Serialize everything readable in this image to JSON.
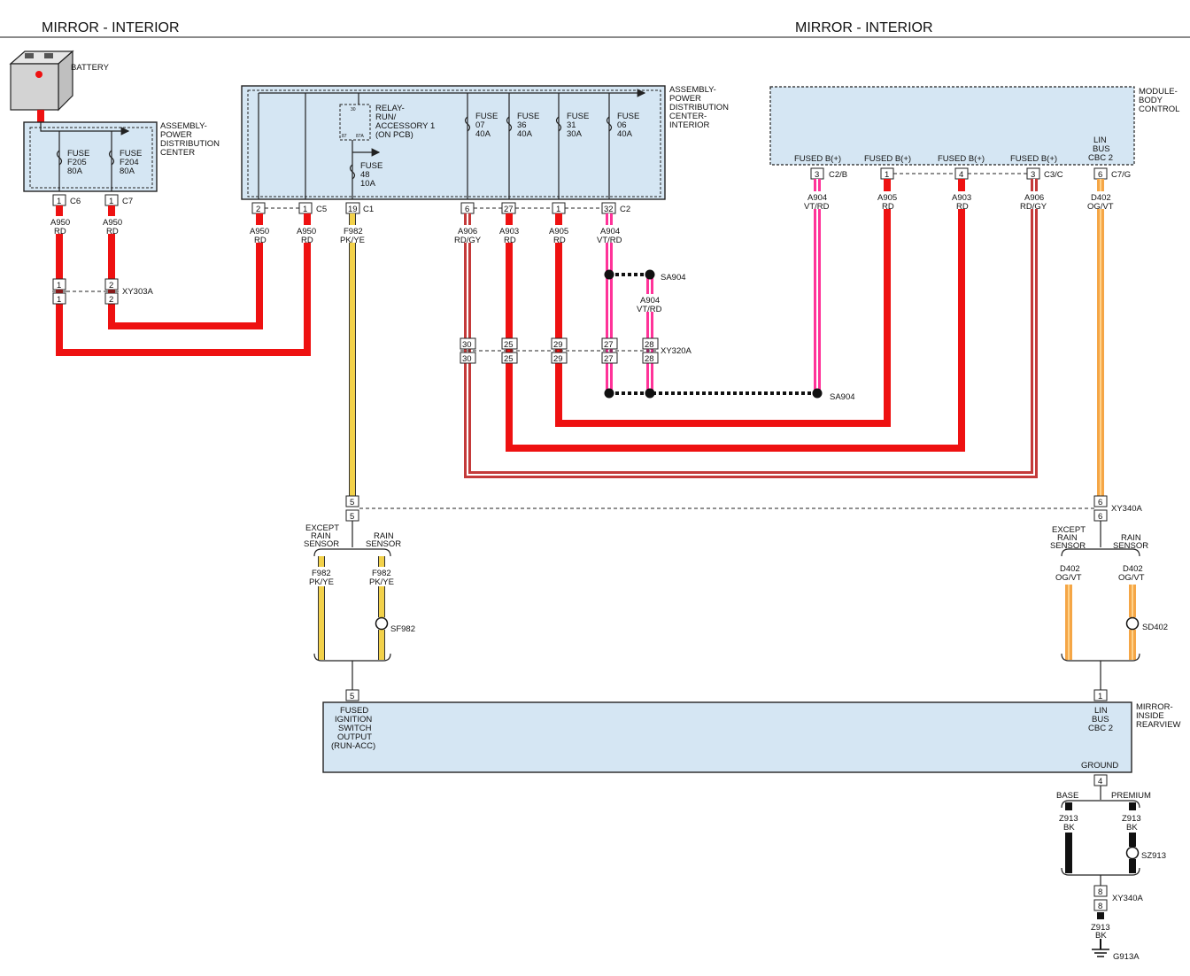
{
  "header": {
    "left_title": "MIRROR - INTERIOR",
    "right_title": "MIRROR - INTERIOR"
  },
  "colors": {
    "RD": "#ee1111",
    "RD_GY": "#c43a3a",
    "PK_YE": "#f2d14a",
    "VT_RD": "#ff3399",
    "OG_VT": "#f5a646",
    "BK": "#111111",
    "box_fill": "#d5e6f3"
  },
  "battery": {
    "label": "BATTERY"
  },
  "pdc": {
    "label": [
      "ASSEMBLY-",
      "POWER",
      "DISTRIBUTION",
      "CENTER"
    ],
    "fuses": [
      {
        "name": "FUSE",
        "id": "F205",
        "rating": "80A"
      },
      {
        "name": "FUSE",
        "id": "F204",
        "rating": "80A"
      }
    ],
    "pins": [
      {
        "num": "1",
        "conn": "C6"
      },
      {
        "num": "1",
        "conn": "C7"
      }
    ]
  },
  "pdci": {
    "label": [
      "ASSEMBLY-",
      "POWER",
      "DISTRIBUTION",
      "CENTER-",
      "INTERIOR"
    ],
    "relay": [
      "RELAY-",
      "RUN/",
      "ACCESSORY 1",
      "(ON PCB)"
    ],
    "relay_pins": [
      "30",
      "87",
      "87A"
    ],
    "fuse48": {
      "name": "FUSE",
      "id": "48",
      "rating": "10A"
    },
    "fuses": [
      {
        "name": "FUSE",
        "id": "07",
        "rating": "40A"
      },
      {
        "name": "FUSE",
        "id": "36",
        "rating": "40A"
      },
      {
        "name": "FUSE",
        "id": "31",
        "rating": "30A"
      },
      {
        "name": "FUSE",
        "id": "06",
        "rating": "40A"
      }
    ],
    "c5_pins": [
      "2",
      "1"
    ],
    "c5_conn": "C5",
    "c1_pin": "19",
    "c1_conn": "C1",
    "c2_pins": [
      "6",
      "27",
      "1",
      "32"
    ],
    "c2_conn": "C2"
  },
  "bcm": {
    "label": [
      "MODULE-",
      "BODY",
      "CONTROL"
    ],
    "pin_labels": [
      "FUSED B(+)",
      "FUSED B(+)",
      "FUSED B(+)",
      "FUSED B(+)"
    ],
    "lin_label": [
      "LIN",
      "BUS",
      "CBC 2"
    ],
    "pins": [
      "3",
      "1",
      "4",
      "3",
      "6"
    ],
    "conns": [
      "C2/B",
      "C3/C",
      "C7/G"
    ]
  },
  "wires": {
    "a950_left": {
      "circuit": "A950",
      "color": "RD"
    },
    "a950_right": {
      "circuit": "A950",
      "color": "RD"
    },
    "a950_c5a": {
      "circuit": "A950",
      "color": "RD"
    },
    "a950_c5b": {
      "circuit": "A950",
      "color": "RD"
    },
    "f982": {
      "circuit": "F982",
      "color": "PK/YE"
    },
    "a906": {
      "circuit": "A906",
      "color": "RD/GY"
    },
    "a903": {
      "circuit": "A903",
      "color": "RD"
    },
    "a905": {
      "circuit": "A905",
      "color": "RD"
    },
    "a904": {
      "circuit": "A904",
      "color": "VT/RD"
    },
    "a904_splice": {
      "circuit": "A904",
      "color": "VT/RD"
    },
    "bcm_a904": {
      "circuit": "A904",
      "color": "VT/RD"
    },
    "bcm_a905": {
      "circuit": "A905",
      "color": "RD"
    },
    "bcm_a903": {
      "circuit": "A903",
      "color": "RD"
    },
    "bcm_a906": {
      "circuit": "A906",
      "color": "RD/GY"
    },
    "bcm_d402": {
      "circuit": "D402",
      "color": "OG/VT"
    },
    "f982_except": {
      "circuit": "F982",
      "color": "PK/YE"
    },
    "f982_rain": {
      "circuit": "F982",
      "color": "PK/YE"
    },
    "d402_except": {
      "circuit": "D402",
      "color": "OG/VT"
    },
    "d402_rain": {
      "circuit": "D402",
      "color": "OG/VT"
    },
    "z913_base": {
      "circuit": "Z913",
      "color": "BK"
    },
    "z913_premium": {
      "circuit": "Z913",
      "color": "BK"
    },
    "z913_ground": {
      "circuit": "Z913",
      "color": "BK"
    }
  },
  "connectors": {
    "xy303a": {
      "name": "XY303A",
      "pins": [
        "1",
        "2"
      ]
    },
    "xy320a": {
      "name": "XY320A",
      "pins": [
        "30",
        "25",
        "29",
        "27",
        "28"
      ]
    },
    "xy340a": {
      "name": "XY340A",
      "pins": [
        "5",
        "6"
      ]
    },
    "xy340a_gnd": {
      "name": "XY340A",
      "pin": "8"
    }
  },
  "splices": {
    "sa904_top": "SA904",
    "sa904_bottom": "SA904",
    "sf982": "SF982",
    "sd402": "SD402",
    "sz913": "SZ913"
  },
  "options": {
    "except_rain": [
      "EXCEPT",
      "RAIN",
      "SENSOR"
    ],
    "rain": [
      "RAIN",
      "SENSOR"
    ],
    "base": "BASE",
    "premium": "PREMIUM"
  },
  "mirror": {
    "label": [
      "MIRROR-",
      "INSIDE",
      "REARVIEW"
    ],
    "pin5_label": [
      "FUSED",
      "IGNITION",
      "SWITCH",
      "OUTPUT",
      "(RUN-ACC)"
    ],
    "lin_label": [
      "LIN",
      "BUS",
      "CBC 2"
    ],
    "ground_label": "GROUND",
    "pins": [
      "5",
      "1",
      "4"
    ]
  },
  "ground": {
    "name": "G913A"
  }
}
